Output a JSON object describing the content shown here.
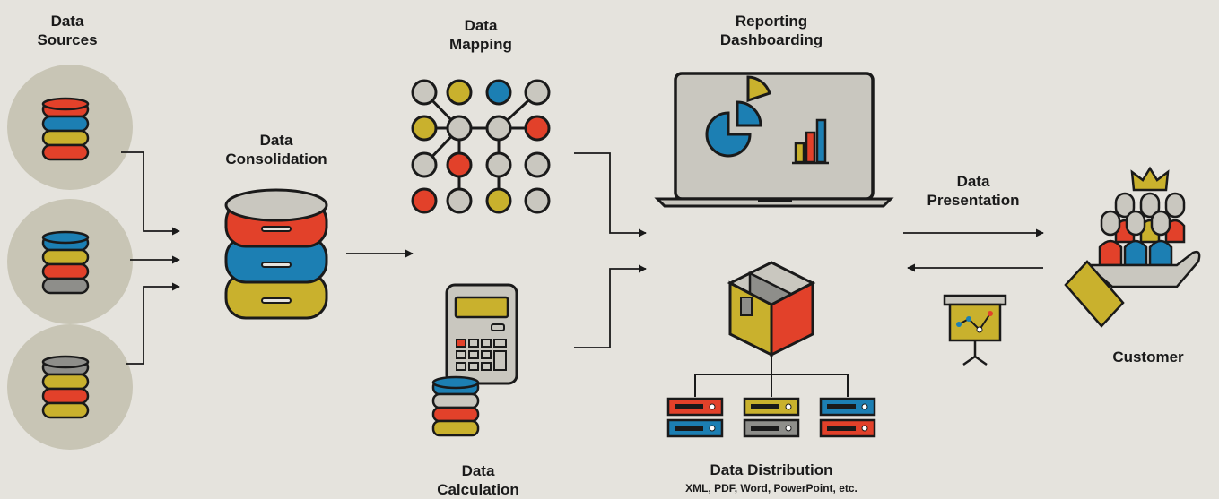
{
  "labels": {
    "data_sources": [
      "Data",
      "Sources"
    ],
    "data_consolidation": [
      "Data",
      "Consolidation"
    ],
    "data_mapping": [
      "Data",
      "Mapping"
    ],
    "data_calculation": [
      "Data",
      "Calculation"
    ],
    "reporting": [
      "Reporting",
      "Dashboarding"
    ],
    "data_distribution": "Data Distribution",
    "distribution_formats": "XML, PDF, Word, PowerPoint, etc.",
    "data_presentation": [
      "Data",
      "Presentation"
    ],
    "customer": "Customer"
  },
  "colors": {
    "background": "#e5e3dd",
    "circle": "#c8c5b5",
    "red": "#e2412a",
    "blue": "#1c7fb3",
    "gold": "#c9b12d",
    "gray": "#8e8e8a",
    "light": "#c9c7bf",
    "outline": "#1a1a1a"
  },
  "icons": {
    "sources": "database-stack-icon",
    "consolidation": "large-database-icon",
    "mapping": "node-network-icon",
    "calculation": "calculator-icon",
    "reporting": "laptop-charts-icon",
    "distribution": "box-servers-icon",
    "presentation": "easel-chart-icon",
    "customer": "hand-people-crown-icon"
  }
}
